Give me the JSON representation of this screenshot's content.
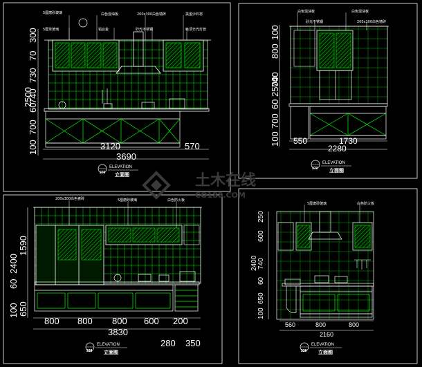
{
  "watermark": {
    "name": "土木在线",
    "domain": "CO188.COM"
  },
  "colors": {
    "frame": "#ffffff",
    "tile": "#00ff00",
    "cabinet": "#00ff00",
    "outline": "#ffffff",
    "dim": "#ffffff",
    "hatch": "#00ff00"
  },
  "panels": [
    {
      "id": "tl",
      "title": "立面图",
      "elevation": "ELEVATION",
      "symbol_num": "270",
      "callouts": [
        "5厘磨砂玻璃",
        "5厘茶玻璃",
        "白色混油板",
        "铝合金",
        "200x300白色墙砖",
        "砂光不锈钢",
        "黑金沙石材",
        "吸顶日光灯管"
      ],
      "dims_vertical": [
        "300",
        "70",
        "730",
        "2500",
        "60",
        "740",
        "700",
        "100"
      ],
      "dims_horizontal": [
        "3120",
        "570",
        "3690"
      ]
    },
    {
      "id": "tr",
      "title": "立面图",
      "elevation": "ELEVATION",
      "symbol_num": "270",
      "callouts": [
        "白色混油板",
        "白色混油板",
        "砂光不锈钢",
        "200x300白色墙砖"
      ],
      "dims_vertical": [
        "100",
        "800",
        "2500",
        "740",
        "60",
        "700",
        "100"
      ],
      "dims_horizontal": [
        "550",
        "1730",
        "2280"
      ]
    },
    {
      "id": "bl",
      "title": "立面图",
      "elevation": "ELEVATION",
      "symbol_num": "228",
      "callouts": [
        "200x300白色瓷砖",
        "5厘磨砂玻璃",
        "白色防火板"
      ],
      "dims_vertical": [
        "1590",
        "2400",
        "60",
        "650",
        "100"
      ],
      "dims_horizontal": [
        "800",
        "800",
        "800",
        "600",
        "200",
        "3830",
        "280",
        "350"
      ]
    },
    {
      "id": "br",
      "title": "立面图",
      "elevation": "ELEVATION",
      "symbol_num": "228",
      "callouts": [
        "5厘磨砂玻璃",
        "白色防火板"
      ],
      "dims_vertical": [
        "250",
        "600",
        "2400",
        "740",
        "60",
        "650",
        "100"
      ],
      "dims_horizontal": [
        "560",
        "800",
        "800",
        "2160"
      ]
    }
  ]
}
